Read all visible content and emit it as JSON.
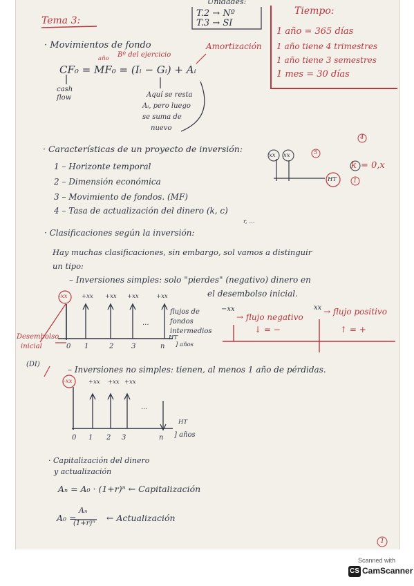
{
  "header": {
    "tema": "Tema 3:",
    "unidades_label": "Unidades:",
    "t2": "T.2 → Nº",
    "t3": "T.3 → SI",
    "tiempo_title": "Tiempo:",
    "tiempo_lines": [
      "1 año = 365 días",
      "1 año tiene 4 trimestres",
      "1 año tiene 3 semestres",
      "1 mes = 30 días"
    ]
  },
  "movimientos": {
    "title": "· Movimientos de fondo",
    "ano_label": "año",
    "beneficio_label": "Bº del ejercicio",
    "amortizacion": "Amortización",
    "formula": "CF₀ = MF₀ = (Iᵢ − Gᵢ) + Aᵢ",
    "cash_flow_1": "cash",
    "cash_flow_2": "flow",
    "note": [
      "Aquí se resta",
      "Aᵢ, pero luego",
      "se suma de",
      "nuevo"
    ]
  },
  "caracteristicas": {
    "title": "· Características de un proyecto de inversión:",
    "circled_5": "5",
    "circled_4": "4",
    "circled_1": "1",
    "k_expr": "= 0,x",
    "k_letter": "k",
    "xx": "xx",
    "ht": "HT",
    "items": [
      "1 – Horizonte temporal",
      "2 – Dimensión económica",
      "3 – Movimiento de fondos. (MF)",
      "4 – Tasa de actualización del dinero (k, c)"
    ],
    "r_note": "r, ..."
  },
  "clasificaciones": {
    "title": "· Clasificaciones según la inversión:",
    "intro_1": "Hay muchas clasificaciones, sin embargo, sol vamos a distinguir",
    "intro_2": "un tipo:",
    "simples_1": "– Inversiones simples: solo \"pierdes\" (negativo) dinero en",
    "simples_2": "el desembolso inicial.",
    "flujos": [
      "flujos de",
      "fondos",
      "intermedios"
    ],
    "ht": "HT",
    "anos": "] años",
    "desembolso_1": "Desembolso",
    "desembolso_2": "inicial",
    "di": "(DI)",
    "timeline_labels": [
      "0",
      "1",
      "2",
      "3",
      "...",
      "n"
    ],
    "top_labels": [
      "-xx",
      "+xx",
      "+xx",
      "+xx",
      "+xx"
    ],
    "neg_label": "−xx",
    "pos_label": "xx",
    "flujo_negativo": "→ flujo negativo",
    "flujo_positivo": "→ flujo positivo",
    "minus_sign": "↓ = −",
    "plus_sign": "↑ = +",
    "no_simples": "– Inversiones no simples: tienen, al menos 1 año de pérdidas.",
    "ns_top_labels": [
      "-xx",
      "+xx",
      "+xx",
      "+xx"
    ],
    "ns_timeline": [
      "0",
      "1",
      "2",
      "3",
      "n"
    ],
    "ns_dots": "...",
    "ns_ht": "HT",
    "ns_anos": "] años"
  },
  "capitalizacion": {
    "title_1": "· Capitalización del dinero",
    "title_2": "y actualización",
    "formula_1": "Aₙ = A₀ · (1+r)ⁿ  ←  Capitalización",
    "formula_2_lhs": "A₀ =",
    "formula_2_num": "Aₙ",
    "formula_2_den": "(1+r)ⁿ",
    "formula_2_rhs": "←  Actualización"
  },
  "page_number": "1",
  "scanner": {
    "line1": "Scanned with",
    "line2": "CamScanner",
    "logo": "CS"
  },
  "colors": {
    "ink": "#2f3440",
    "red": "#b8363e",
    "paper": "#f3f0ea"
  }
}
